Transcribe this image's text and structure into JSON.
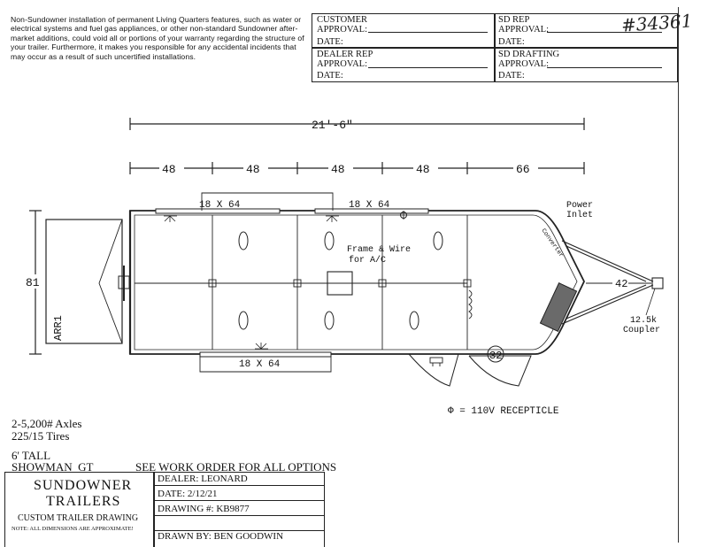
{
  "disclaimer": "Non-Sundowner installation of permanent Living Quarters features, such as water or electrical systems and fuel gas appliances, or other non-standard Sundowner after-market additions, could void all or portions of your warranty regarding the structure of your trailer. Furthermore, it makes you responsible for any accidental incidents that may occur as a result of such uncertified installations.",
  "approvals": {
    "customer_1": "CUSTOMER",
    "customer_2": "APPROVAL:",
    "sd_rep_1": "SD REP",
    "sd_rep_2": "APPROVAL:",
    "dealer_rep_1": "DEALER REP",
    "dealer_rep_2": "APPROVAL:",
    "sd_drafting_1": "SD DRAFTING",
    "sd_drafting_2": "APPROVAL:",
    "date": "DATE:"
  },
  "handwritten_number": "#34361",
  "drawing": {
    "overall_length": "21'-6\"",
    "segments": [
      "48",
      "48",
      "48",
      "48",
      "66"
    ],
    "width": "81",
    "window_top_left": "18 X 64",
    "window_top_right": "18 X 64",
    "window_bottom": "18 X 64",
    "power_inlet_1": "Power",
    "power_inlet_2": "Inlet",
    "converter": "Converter",
    "frame_wire_1": "Frame & Wire",
    "frame_wire_2": "for A/C",
    "ramp": "ARR1",
    "tongue": "42",
    "coupler_1": "12.5k",
    "coupler_2": "Coupler",
    "tank": "32",
    "receptacle_legend": "Φ = 110V RECEPTICLE"
  },
  "notes": {
    "axles": "2-5,200# Axles",
    "tires": "225/15 Tires",
    "tall": "6' TALL",
    "model": "SHOWMAN  GT",
    "work_order": "SEE WORK ORDER FOR ALL OPTIONS"
  },
  "title_block": {
    "company_1": "SUNDOWNER",
    "company_2": "TRAILERS",
    "drawing_type": "CUSTOM TRAILER DRAWING",
    "dimension_note": "NOTE: ALL DIMENSIONS ARE APPROXIMATE!",
    "dealer": "DEALER: LEONARD",
    "date": "DATE: 2/12/21",
    "drawing_no": "DRAWING #: KB9877",
    "drawn_by": "DRAWN BY: BEN GOODWIN"
  }
}
